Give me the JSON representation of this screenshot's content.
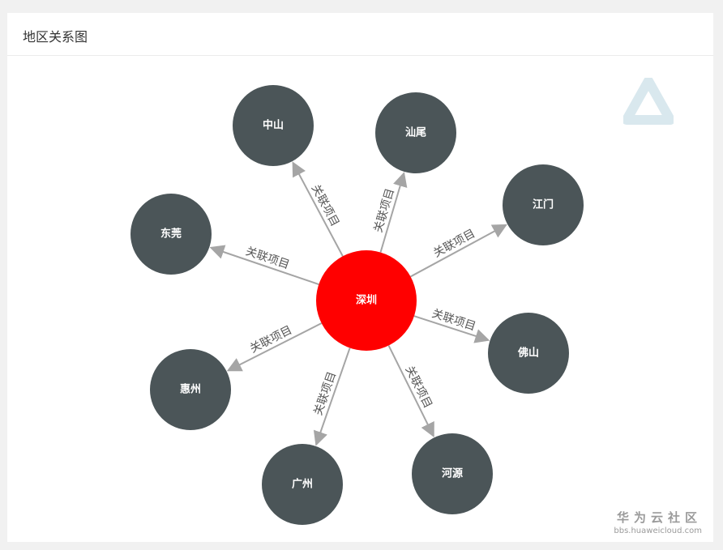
{
  "panel": {
    "title": "地区关系图"
  },
  "graph": {
    "center": {
      "name": "深圳",
      "color": "#ff0000"
    },
    "node_color": "#4b5558",
    "edge_color": "#a5a5a5",
    "edge_label": "关联项目",
    "nodes": [
      {
        "name": "中山"
      },
      {
        "name": "汕尾"
      },
      {
        "name": "江门"
      },
      {
        "name": "东莞"
      },
      {
        "name": "佛山"
      },
      {
        "name": "惠州"
      },
      {
        "name": "河源"
      },
      {
        "name": "广州"
      }
    ]
  },
  "watermark": {
    "brand": "华为云社区",
    "url": "bbs.huaweicloud.com"
  }
}
